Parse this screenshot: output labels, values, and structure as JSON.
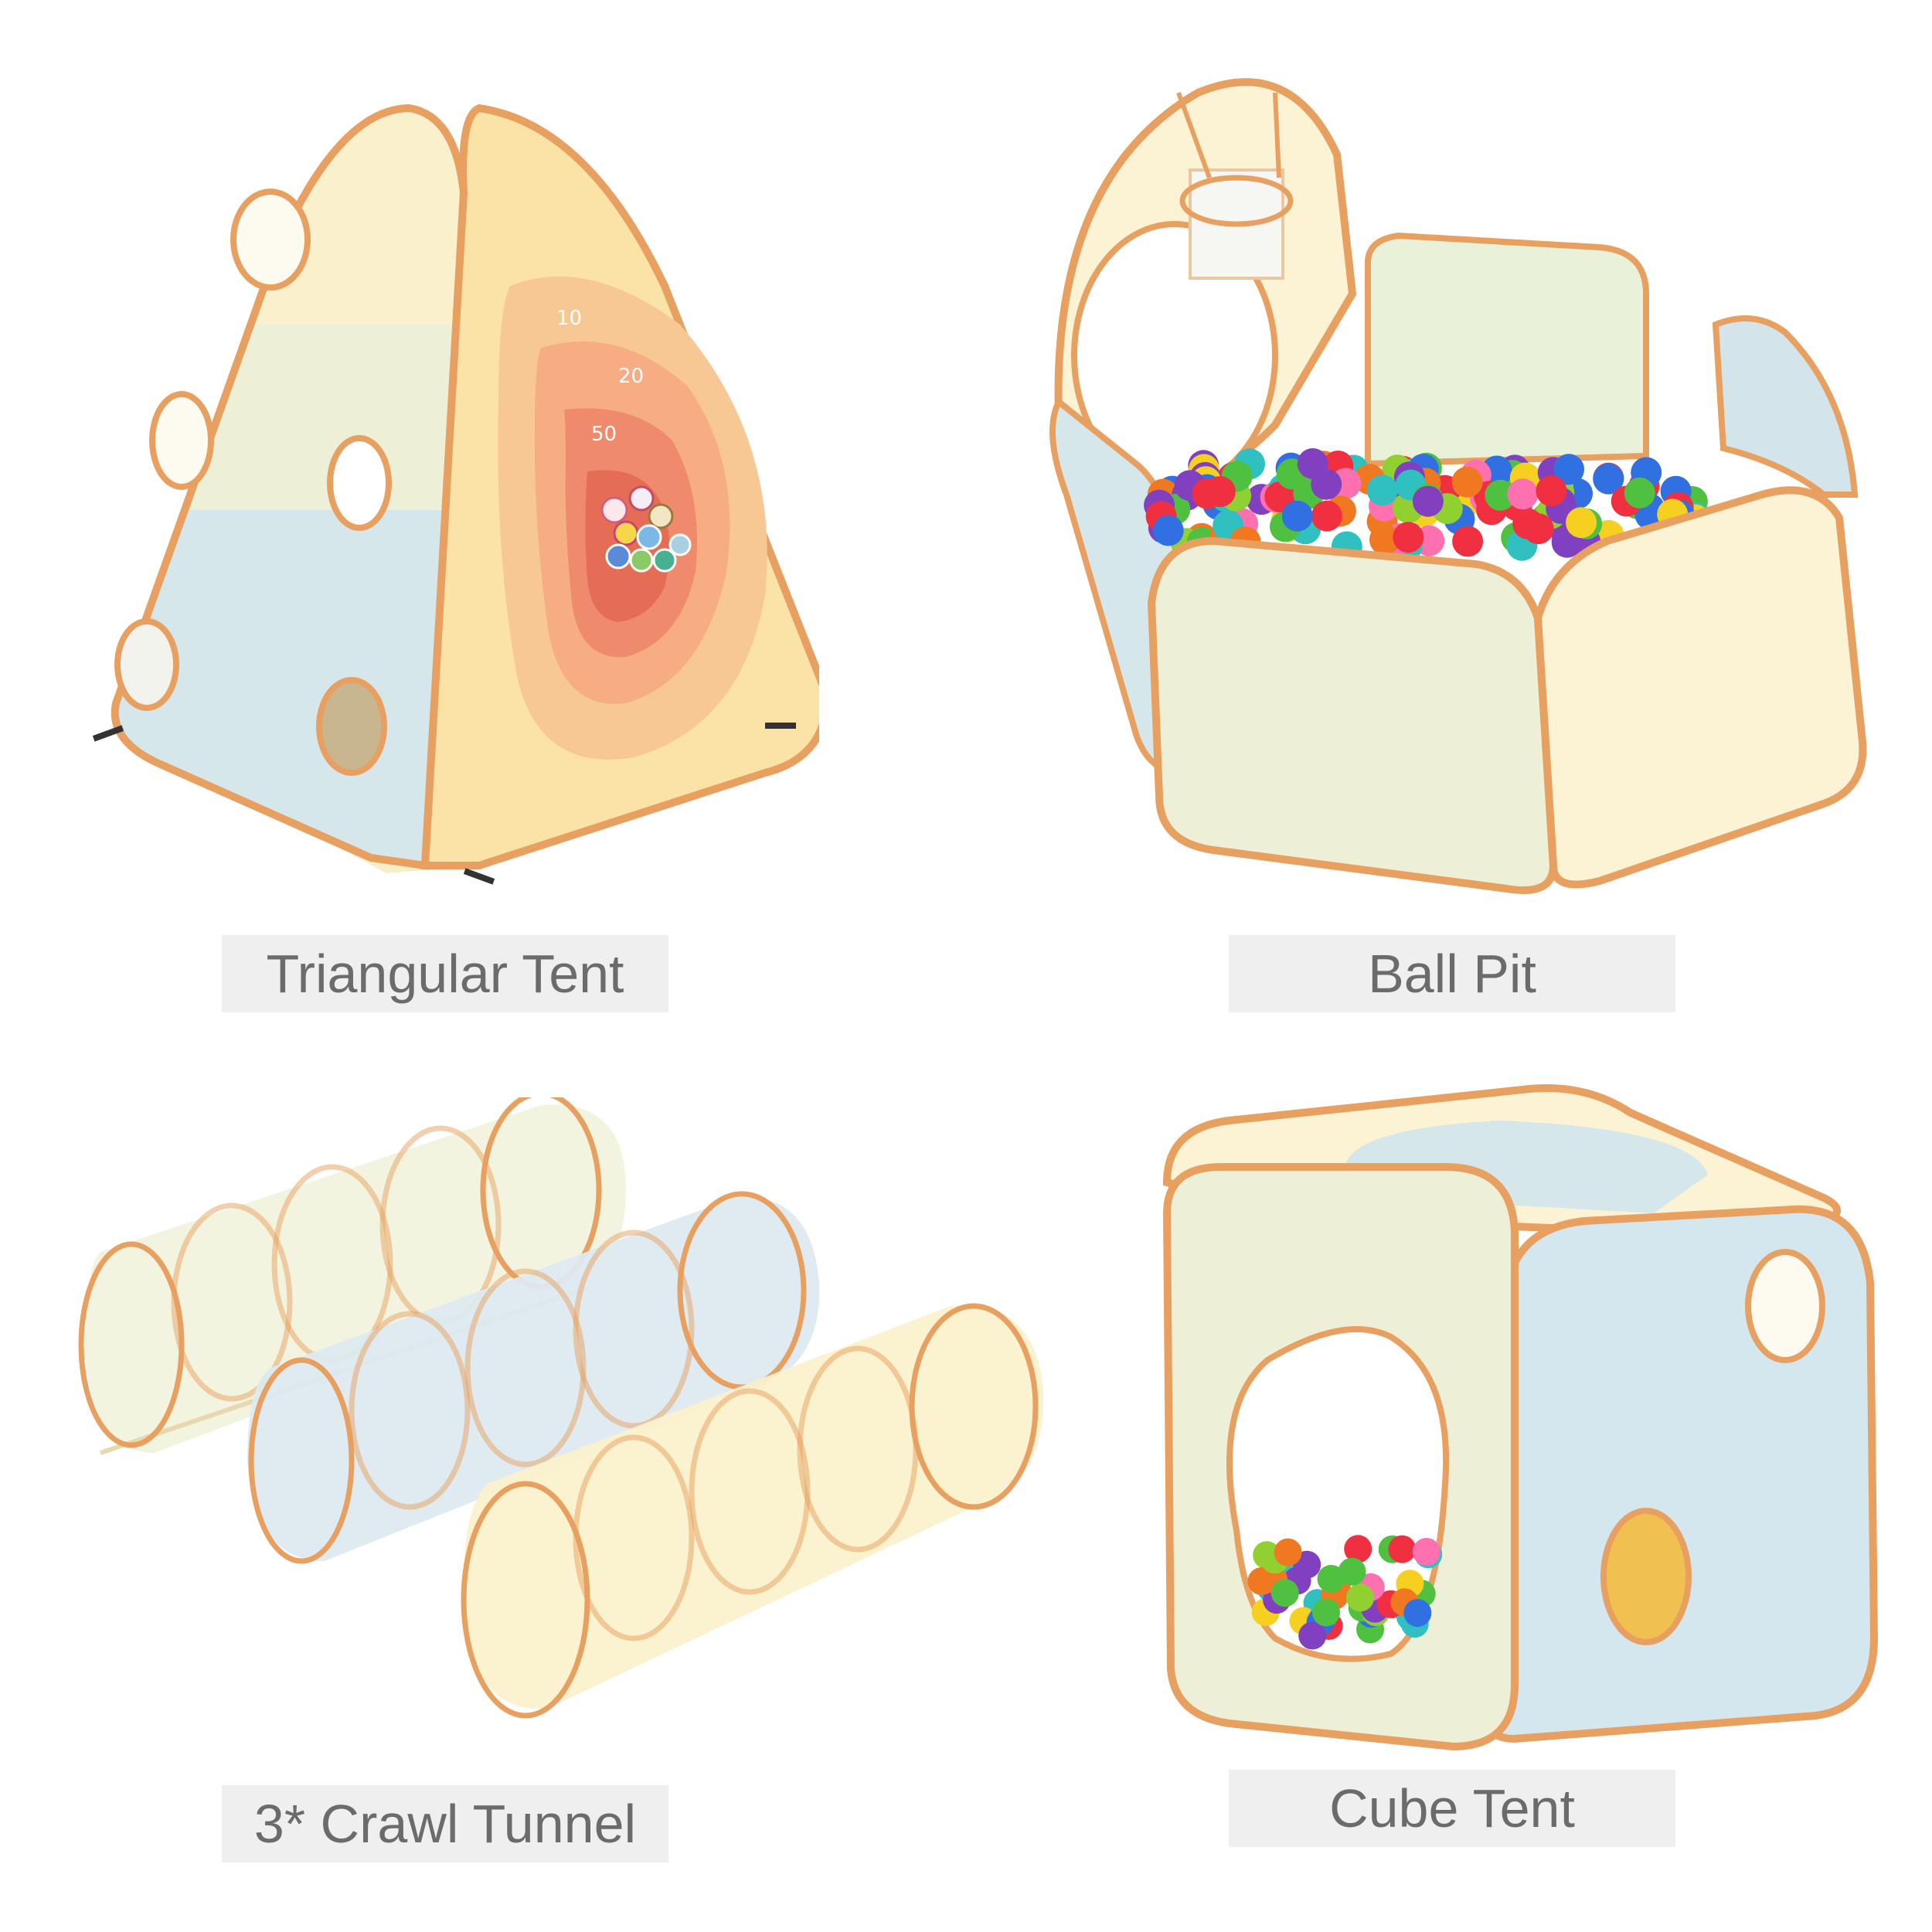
{
  "products": [
    {
      "id": "triangular-tent",
      "label": "Triangular Tent",
      "target_scores": [
        "10",
        "20",
        "50"
      ]
    },
    {
      "id": "ball-pit",
      "label": "Ball Pit"
    },
    {
      "id": "crawl-tunnel",
      "label": "3* Crawl Tunnel"
    },
    {
      "id": "cube-tent",
      "label": "Cube Tent"
    }
  ],
  "colors": {
    "trim": "#e8a060",
    "cream": "#fbf3d4",
    "pale_green": "#eef2da",
    "pale_blue": "#d3e7ee",
    "label_bg": "#efefef",
    "label_text": "#6b6b6b"
  }
}
